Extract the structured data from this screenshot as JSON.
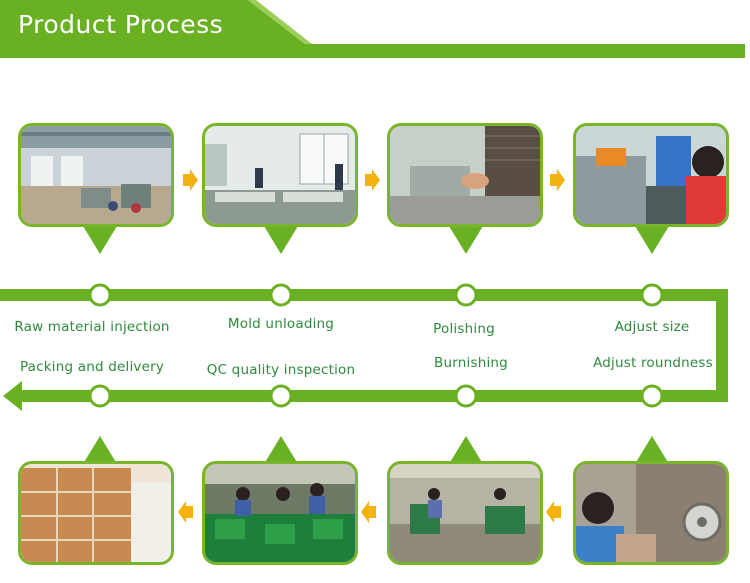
{
  "header": {
    "title": "Product Process"
  },
  "colors": {
    "primary": "#6ab023",
    "arrow": "#f3b112",
    "label": "#2f8a3c"
  },
  "top_row": {
    "stages": [
      {
        "label": "Raw material injection",
        "photo_icon": "factory-floor-photo"
      },
      {
        "label": "Mold unloading",
        "photo_icon": "mold-parts-photo"
      },
      {
        "label": "Polishing",
        "photo_icon": "polishing-machine-photo"
      },
      {
        "label": "Adjust size",
        "photo_icon": "worker-machine-photo"
      }
    ]
  },
  "bottom_row": {
    "stages": [
      {
        "label": "Packing and delivery",
        "photo_icon": "carton-stack-photo"
      },
      {
        "label": "QC quality inspection",
        "photo_icon": "inspection-tables-photo"
      },
      {
        "label": "Burnishing",
        "photo_icon": "burnishing-workshop-photo"
      },
      {
        "label": "Adjust roundness",
        "photo_icon": "roundness-worker-photo"
      }
    ]
  }
}
